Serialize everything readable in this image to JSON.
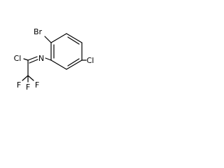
{
  "molecule": {
    "atoms": {
      "br": "Br",
      "cl_ring": "Cl",
      "n": "N",
      "cl_imidoyl": "Cl",
      "f1": "F",
      "f2": "F",
      "f3": "F"
    },
    "colors": {
      "bond": "#000000",
      "label": "#000000",
      "background": "#ffffff"
    }
  }
}
